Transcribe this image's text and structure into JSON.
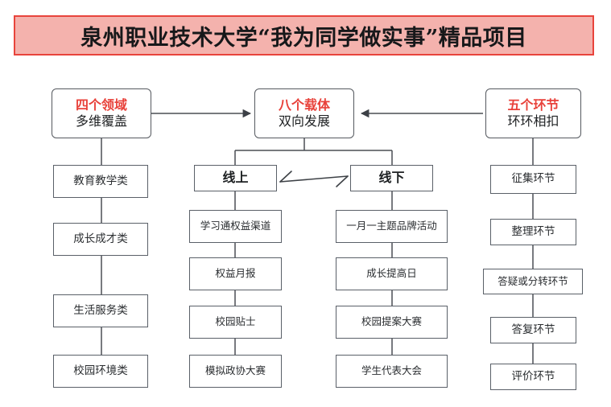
{
  "banner": {
    "title": "泉州职业技术大学“我为同学做实事”精品项目",
    "background_color": "#f4b2ad",
    "border_color": "#e8443c",
    "text_color": "#17181a"
  },
  "theme": {
    "accent_red": "#e8413a",
    "box_border": "#5a6068",
    "box_fill": "#ffffff",
    "text_color": "#232628",
    "connector_color": "#4a4e54"
  },
  "chart_data": {
    "type": "diagram",
    "title": "泉州职业技术大学“我为同学做实事”精品项目",
    "layout": "three-pillar top-down flowchart",
    "pillars": [
      {
        "id": "domains",
        "heading_red": "四个领域",
        "heading_sub": "多维覆盖",
        "children": [
          "教育教学类",
          "成长成才类",
          "生活服务类",
          "校园环境类"
        ]
      },
      {
        "id": "carriers",
        "heading_red": "八个载体",
        "heading_sub": "双向发展",
        "branches": [
          {
            "label": "线上",
            "children": [
              "学习通权益渠道",
              "权益月报",
              "校园贴士",
              "模拟政协大赛"
            ]
          },
          {
            "label": "线下",
            "children": [
              "一月一主题品牌活动",
              "成长提高日",
              "校园提案大赛",
              "学生代表大会"
            ]
          }
        ]
      },
      {
        "id": "stages",
        "heading_red": "五个环节",
        "heading_sub": "环环相扣",
        "children": [
          "征集环节",
          "整理环节",
          "答疑或分转环节",
          "答复环节",
          "评价环节"
        ]
      }
    ],
    "connectors": [
      {
        "from": "四个领域",
        "to": "八个载体",
        "style": "arrow-right"
      },
      {
        "from": "五个环节",
        "to": "八个载体",
        "style": "arrow-left"
      },
      {
        "from": "线上",
        "to": "线下",
        "style": "double-barb"
      }
    ]
  },
  "pillars": {
    "left": {
      "header": {
        "red": "四个领域",
        "sub": "多维覆盖"
      },
      "items": [
        {
          "label": "教育教学类"
        },
        {
          "label": "成长成才类"
        },
        {
          "label": "生活服务类"
        },
        {
          "label": "校园环境类"
        }
      ]
    },
    "center": {
      "header": {
        "red": "八个载体",
        "sub": "双向发展"
      },
      "online": {
        "label": "线上",
        "items": [
          {
            "label": "学习通权益渠道"
          },
          {
            "label": "权益月报"
          },
          {
            "label": "校园贴士"
          },
          {
            "label": "模拟政协大赛"
          }
        ]
      },
      "offline": {
        "label": "线下",
        "items": [
          {
            "label": "一月一主题品牌活动"
          },
          {
            "label": "成长提高日"
          },
          {
            "label": "校园提案大赛"
          },
          {
            "label": "学生代表大会"
          }
        ]
      }
    },
    "right": {
      "header": {
        "red": "五个环节",
        "sub": "环环相扣"
      },
      "items": [
        {
          "label": "征集环节"
        },
        {
          "label": "整理环节"
        },
        {
          "label": "答疑或分转环节"
        },
        {
          "label": "答复环节"
        },
        {
          "label": "评价环节"
        }
      ]
    }
  }
}
